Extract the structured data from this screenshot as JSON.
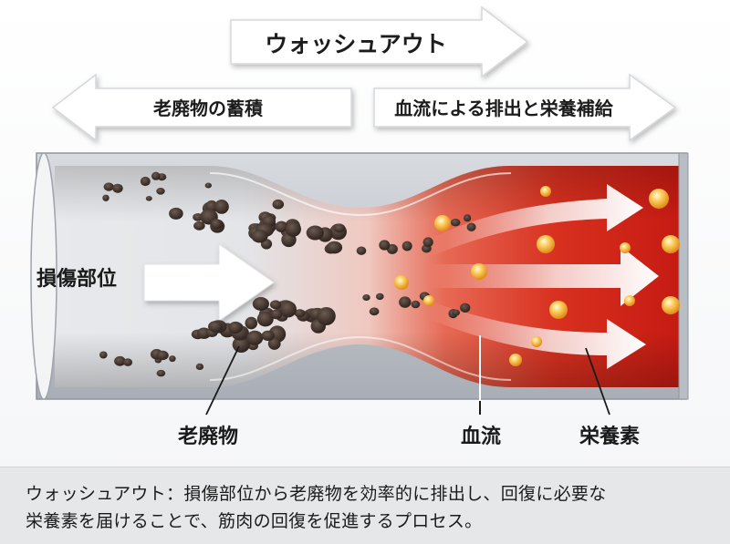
{
  "labels": {
    "washout": "ウォッシュアウト",
    "waste_accumulation": "老廃物の蓄積",
    "flow_supply": "血流による排出と栄養補給",
    "damaged_site": "損傷部位",
    "waste": "老廃物",
    "blood_flow": "血流",
    "nutrients": "栄養素"
  },
  "caption": {
    "line1": "ウォッシュアウト：損傷部位から老廃物を効率的に排出し、回復に必要な",
    "line2": "栄養素を届けることで、筋肉の回復を促進するプロセス。"
  },
  "colors": {
    "blood_dark": "#b01010",
    "blood_light": "#e84a3a",
    "vessel_gray": "#c9cdd3",
    "waste": "#3a2e28",
    "nutrient": "#f5b23a"
  }
}
